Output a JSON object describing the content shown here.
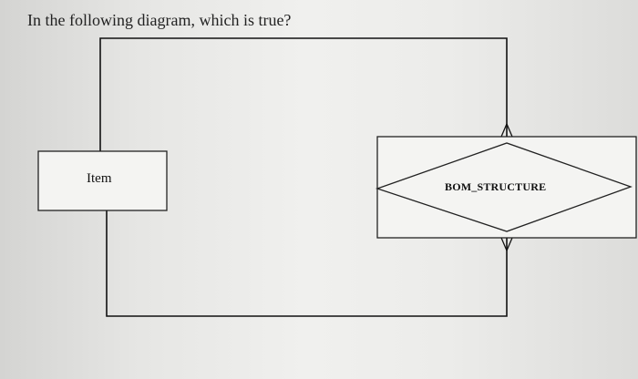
{
  "question": "In the following diagram, which is true?",
  "diagram": {
    "entity": {
      "label": "Item",
      "icon": "entity-rectangle"
    },
    "relationship": {
      "label": "BOM_STRUCTURE",
      "icon": "associative-entity-diamond-in-rectangle"
    },
    "connectors": [
      {
        "name": "upper-connector",
        "from": "Item",
        "to": "BOM_STRUCTURE",
        "end_symbol": "crows-foot-many"
      },
      {
        "name": "lower-connector",
        "from": "Item",
        "to": "BOM_STRUCTURE",
        "end_symbol": "crows-foot-many"
      }
    ],
    "line_color": "#111111",
    "box_fill": "#f4f4f2"
  }
}
